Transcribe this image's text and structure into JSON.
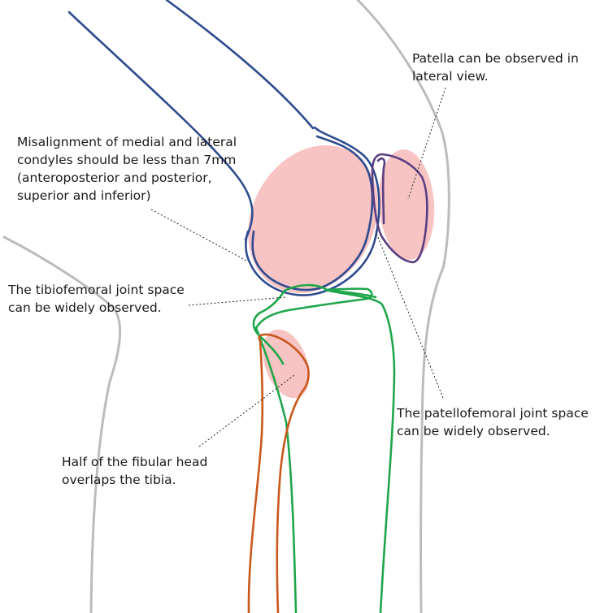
{
  "colors": {
    "outline": "#bcbcbc",
    "femur": "#2e4b8f",
    "patella": "#5a3f82",
    "tibia": "#1fa64a",
    "fibula": "#c9581c",
    "highlight": "#f7b9b9",
    "leader": "#222222"
  },
  "annotations": {
    "patella": [
      "Patella can be observed in",
      "lateral view."
    ],
    "condyle_alignment": [
      "Misalignment of medial and lateral",
      "condyles should be less than 7mm",
      "(anteroposterior and posterior,",
      "superior and inferior)"
    ],
    "tibiofemoral": [
      "The tibiofemoral joint space",
      "can be widely observed."
    ],
    "patellofemoral": [
      "The patellofemoral joint space",
      "can be widely observed."
    ],
    "fibular_head": [
      "Half of the fibular head",
      "overlaps the tibia."
    ]
  }
}
